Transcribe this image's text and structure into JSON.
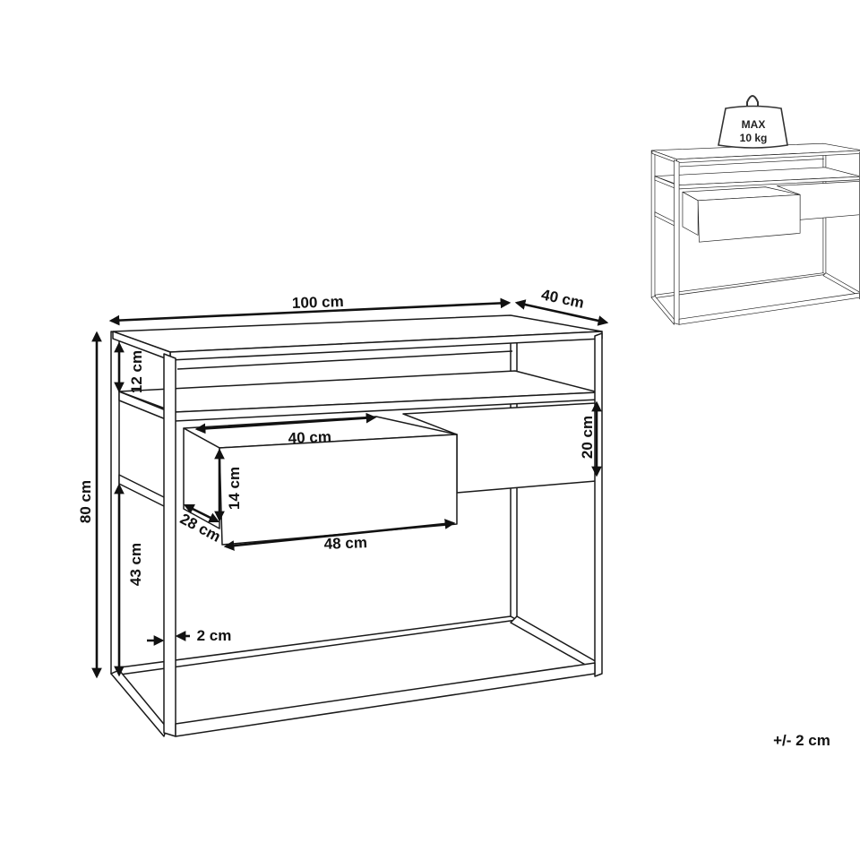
{
  "dimensions": {
    "width": "100 cm",
    "depth": "40 cm",
    "height": "80 cm",
    "top_gap": "12 cm",
    "drawer_inner_width": "40 cm",
    "drawer_depth": "28 cm",
    "drawer_height": "14 cm",
    "drawer_front_width": "48 cm",
    "drawer_section_height": "20 cm",
    "lower_clearance": "43 cm",
    "frame_thickness": "2 cm"
  },
  "tolerance": "+/- 2 cm",
  "max_load": {
    "line1": "MAX",
    "line2": "10 kg"
  }
}
